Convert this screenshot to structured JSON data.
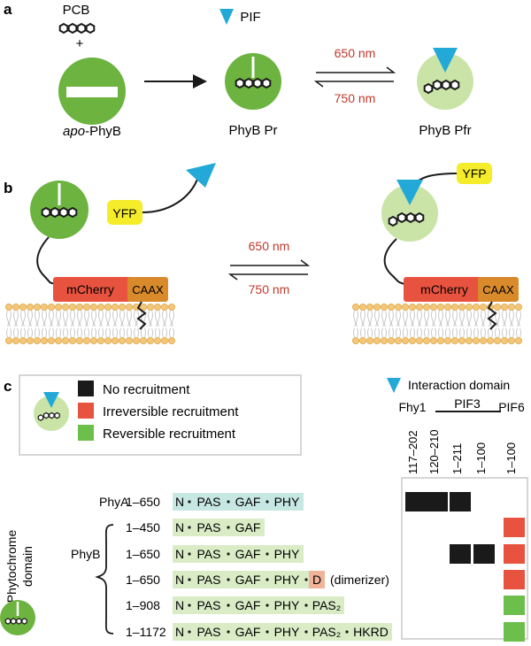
{
  "panel_a": {
    "letter": "a",
    "pcb_label": "PCB",
    "plus": "+",
    "pif_label": "PIF",
    "apo_italic": "apo",
    "apo_rest": "-PhyB",
    "pr_label": "PhyB Pr",
    "pfr_label": "PhyB Pfr",
    "forward_nm": "650 nm",
    "reverse_nm": "750 nm"
  },
  "panel_b": {
    "letter": "b",
    "yfp": "YFP",
    "mcherry": "mCherry",
    "caax": "CAAX",
    "forward_nm": "650 nm",
    "reverse_nm": "750 nm"
  },
  "panel_c": {
    "letter": "c",
    "legend": [
      {
        "label": "No recruitment",
        "color": "#1a1a1a"
      },
      {
        "label": "Irreversible recruitment",
        "color": "#e8533f"
      },
      {
        "label": "Reversible recruitment",
        "color": "#6cbf4a"
      }
    ],
    "interaction_domain": "Interaction domain",
    "groups": [
      "Fhy1",
      "PIF3",
      "PIF6"
    ],
    "columns": [
      "117–202",
      "120–210",
      "1–211",
      "1–100",
      "1–100"
    ],
    "side_label_1": "Phytochrome",
    "side_label_2": "domain",
    "constructs": [
      {
        "protein": "PhyA",
        "range": "1–650",
        "domains": [
          "N",
          "PAS",
          "GAF",
          "PHY"
        ],
        "extra": "",
        "cells": [
          "black",
          "black",
          "black",
          "",
          ""
        ]
      },
      {
        "protein": "",
        "range": "1–450",
        "domains": [
          "N",
          "PAS",
          "GAF"
        ],
        "extra": "",
        "cells": [
          "",
          "",
          "",
          "",
          "red"
        ]
      },
      {
        "protein": "PhyB",
        "range": "1–650",
        "domains": [
          "N",
          "PAS",
          "GAF",
          "PHY"
        ],
        "extra": "",
        "cells": [
          "",
          "",
          "black",
          "black",
          "red"
        ]
      },
      {
        "protein": "",
        "range": "1–650",
        "domains": [
          "N",
          "PAS",
          "GAF",
          "PHY",
          "D"
        ],
        "extra": "(dimerizer)",
        "cells": [
          "",
          "",
          "",
          "",
          "red"
        ]
      },
      {
        "protein": "",
        "range": "1–908",
        "domains": [
          "N",
          "PAS",
          "GAF",
          "PHY",
          "PAS₂"
        ],
        "extra": "",
        "cells": [
          "",
          "",
          "",
          "",
          "green"
        ]
      },
      {
        "protein": "",
        "range": "1–1172",
        "domains": [
          "N",
          "PAS",
          "GAF",
          "PHY",
          "PAS₂",
          "HKRD"
        ],
        "extra": "",
        "cells": [
          "",
          "",
          "",
          "",
          "green"
        ]
      }
    ]
  },
  "colors": {
    "green_dark": "#6cb33f",
    "green_light": "#c9e4a6",
    "cyan": "#22a9d8",
    "yfp": "#f5ec2a",
    "mcherry": "#e8533f",
    "caax": "#d98a2b",
    "wavelength_red": "#c0392b"
  }
}
